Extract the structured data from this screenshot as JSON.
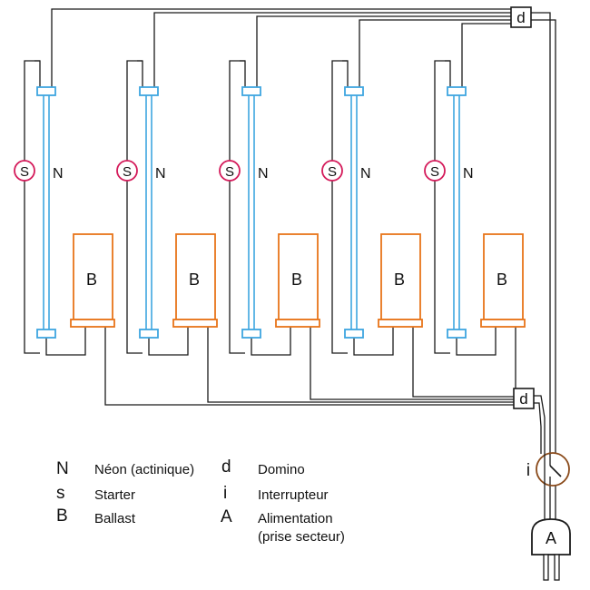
{
  "diagram": {
    "labels": {
      "neon": "N",
      "starter": "S",
      "ballast": "B",
      "domino": "d",
      "switch": "i",
      "plug": "A"
    },
    "colors": {
      "wire": "#1a1a1a",
      "neon": "#3ea6e0",
      "starter": "#d41a5a",
      "ballast": "#e8741a",
      "switch": "#8a4a1a"
    }
  },
  "legend": [
    {
      "symbol": "N",
      "text": "Néon (actinique)"
    },
    {
      "symbol": "s",
      "text": "Starter"
    },
    {
      "symbol": "B",
      "text": "Ballast"
    },
    {
      "symbol": "d",
      "text": "Domino"
    },
    {
      "symbol": "i",
      "text": "Interrupteur"
    },
    {
      "symbol": "A",
      "text": "Alimentation",
      "text2": "(prise secteur)"
    }
  ]
}
